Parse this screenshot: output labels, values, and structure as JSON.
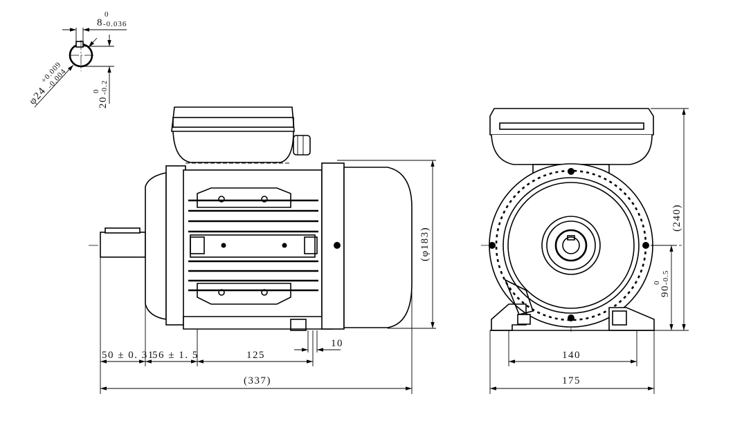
{
  "shaft_detail": {
    "key_width": "8",
    "key_width_tol_upper": "0",
    "key_width_tol_lower": "-0.036",
    "diameter": "φ24",
    "diameter_tol_upper": "+0.009",
    "diameter_tol_lower": "-0.004",
    "key_depth": "20",
    "key_depth_tol_upper": "0",
    "key_depth_tol_lower": "-0.2"
  },
  "side_view": {
    "dim_shaft_length": "50 ± 0. 31",
    "dim_shoulder_to_foot": "56 ± 1. 5",
    "dim_foot_spacing": "125",
    "dim_foot_hole": "10",
    "dim_overall_length": "(337)",
    "dim_diameter": "(φ183)"
  },
  "front_view": {
    "dim_overall_height": "(240)",
    "dim_shaft_height": "90",
    "dim_shaft_height_tol_upper": "0",
    "dim_shaft_height_tol_lower": "-0.5",
    "dim_foot_width": "140",
    "dim_overall_width": "175"
  }
}
